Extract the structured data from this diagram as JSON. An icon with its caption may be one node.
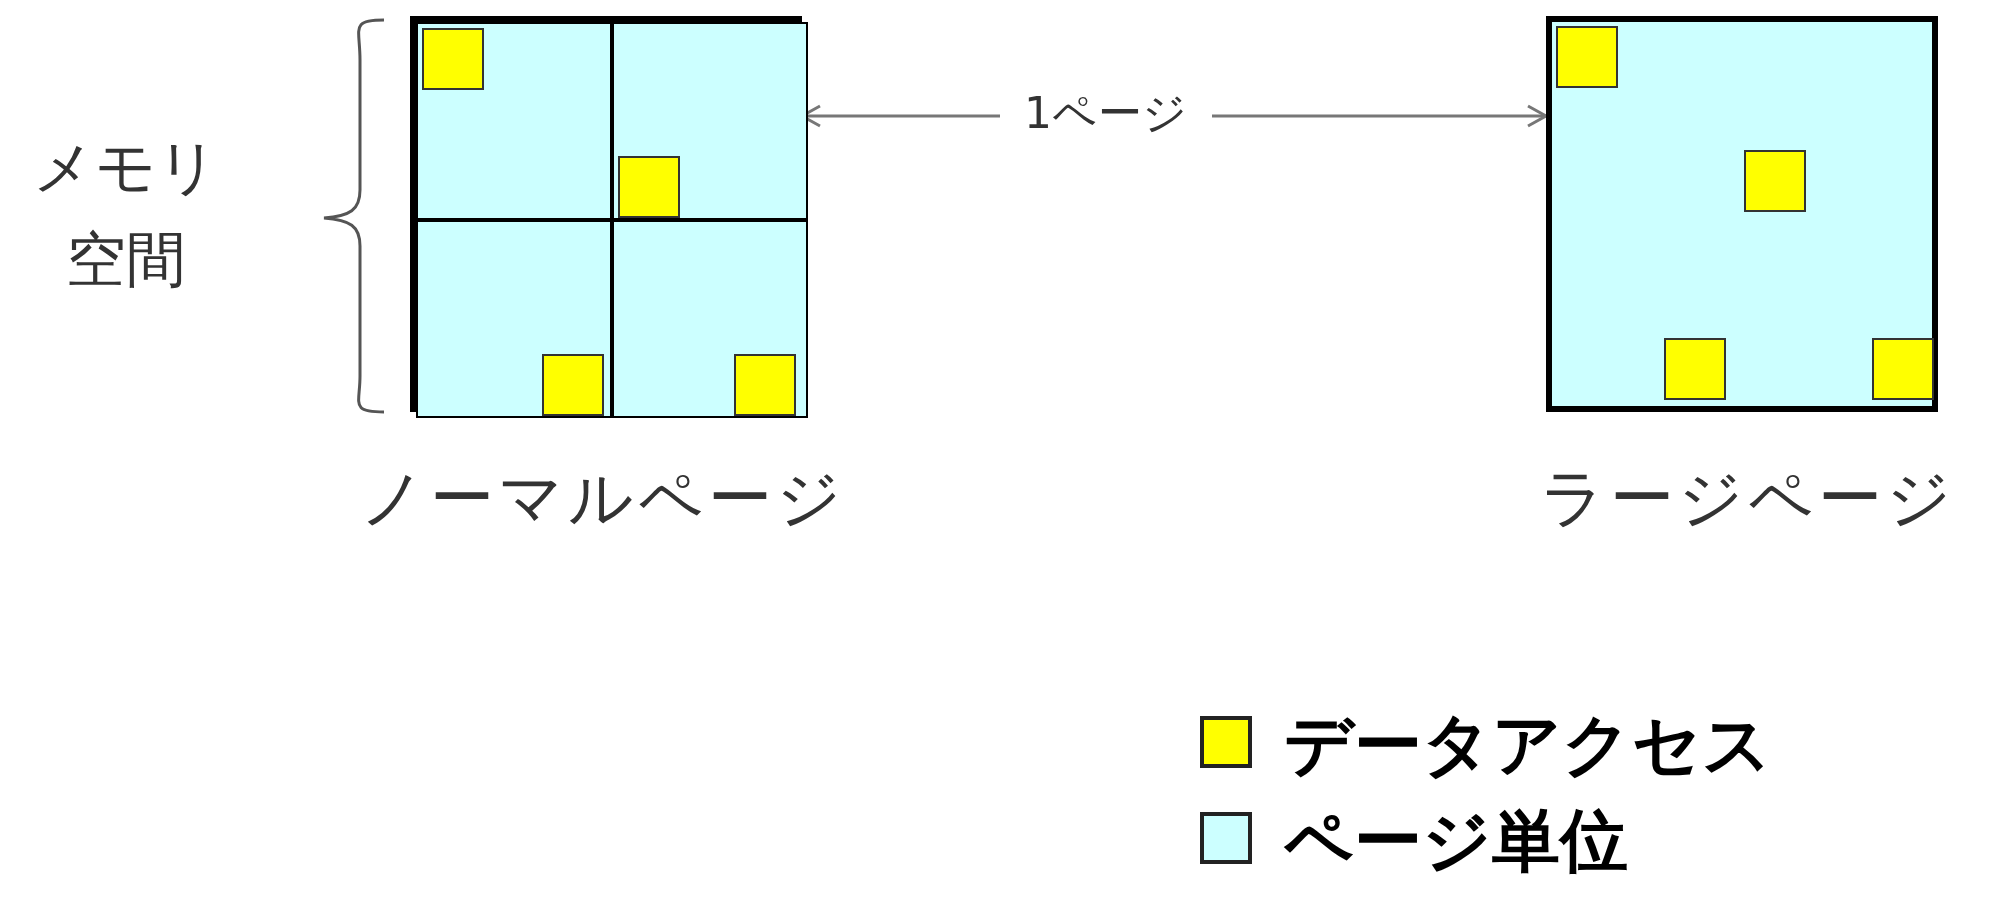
{
  "diagram": {
    "nodes": [
      {
        "text": [],
        "shape": "box",
        "beside": [
          "ノーマルページ"
        ]
      },
      {
        "text": [],
        "shape": "box",
        "in": 0
      },
      {
        "text": [],
        "shape": "box",
        "in": 0
      },
      {
        "text": [],
        "shape": "box",
        "in": 0
      },
      {
        "text": [],
        "shape": "box",
        "in": 0
      },
      {
        "text": [],
        "shape": "box",
        "beside": [
          "ラージページ"
        ]
      },
      {
        "text": [
          "1ページ"
        ]
      }
    ],
    "edges": [
      {
        "from": 6,
        "to": 2,
        "arrow": "to"
      },
      {
        "from": 6,
        "to": 5,
        "arrow": "to"
      }
    ],
    "labels": [
      "メモリ空間"
    ],
    "legend": [
      {
        "text": "データアクセス",
        "color": "#ffff00"
      },
      {
        "text": "ページ単位",
        "color": "#ccffff"
      }
    ]
  }
}
